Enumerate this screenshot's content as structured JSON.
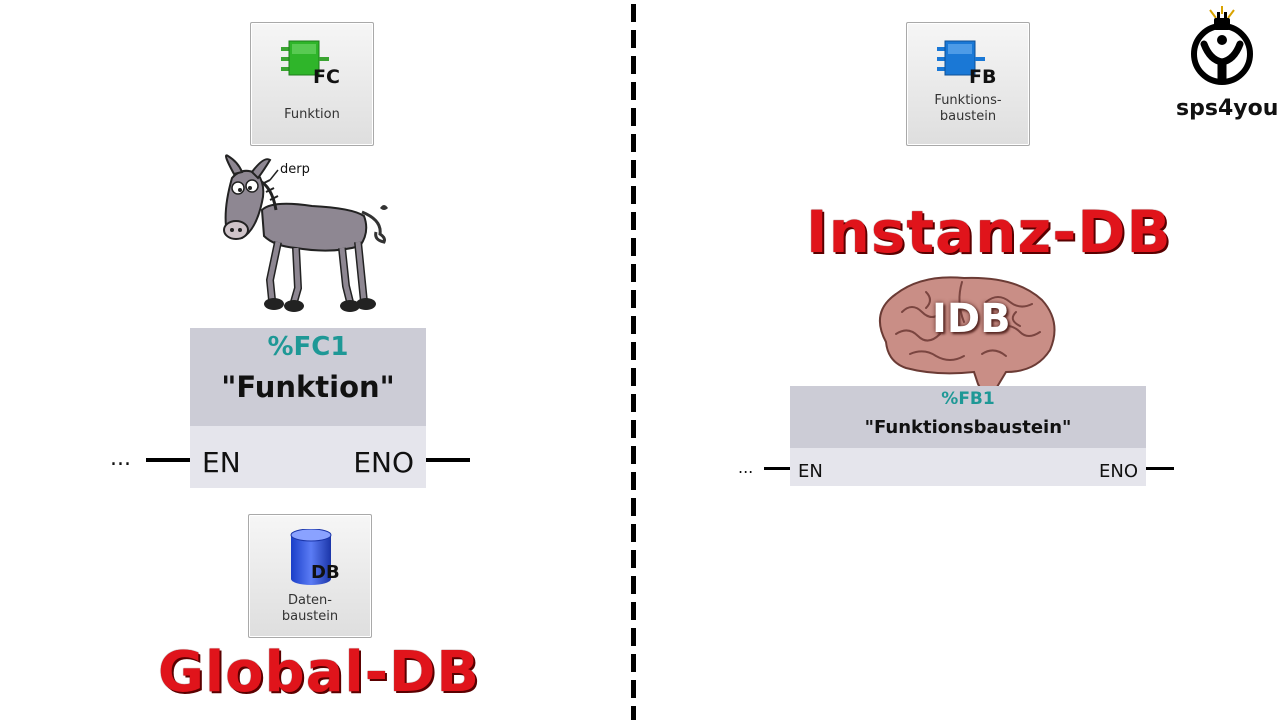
{
  "left": {
    "fc_button": {
      "badge": "FC",
      "label": "Funktion"
    },
    "donkey": {
      "speech": "derp"
    },
    "block": {
      "number": "%FC1",
      "name": "\"Funktion\"",
      "pin_in": "EN",
      "pin_out": "ENO",
      "ellipsis": "..."
    },
    "db_button": {
      "badge": "DB",
      "label": "Daten-\nbaustein"
    },
    "title": "Global-DB"
  },
  "right": {
    "fb_button": {
      "badge": "FB",
      "label": "Funktions-\nbaustein"
    },
    "title": "Instanz-DB",
    "brain": {
      "label": "IDB"
    },
    "block": {
      "number": "%FB1",
      "name": "\"Funktionsbaustein\"",
      "pin_in": "EN",
      "pin_out": "ENO",
      "ellipsis": "..."
    }
  },
  "logo": {
    "text": "sps4you"
  },
  "colors": {
    "title_red": "#e0141b",
    "block_number_teal": "#1e9896",
    "fc_green": "#2fb52a",
    "fb_blue": "#1a78d6"
  }
}
